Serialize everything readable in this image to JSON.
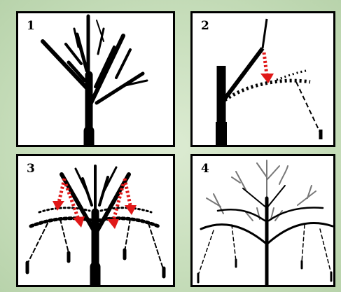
{
  "panels": [
    {
      "number": "1"
    },
    {
      "number": "2"
    },
    {
      "number": "3"
    },
    {
      "number": "4"
    }
  ],
  "colors": {
    "background": "#c9dfbd",
    "ink": "#000000",
    "arrow": "#e01818",
    "light_branch": "#777777"
  }
}
